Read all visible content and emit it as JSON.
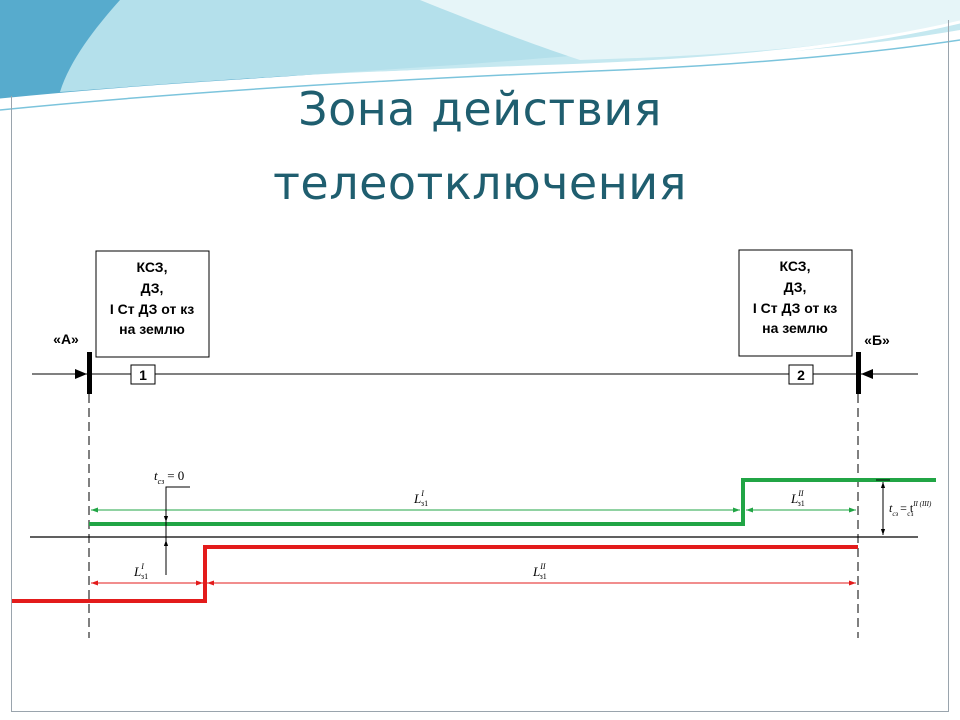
{
  "title": {
    "line1": "Зона действия",
    "line2": "телеотключения"
  },
  "colors": {
    "title": "#1f5e6f",
    "green_line": "#21a545",
    "red_line": "#e31b1b",
    "wave_dark": "#3a9cc4",
    "wave_light": "#bfe6ee"
  },
  "left_box": {
    "line1": "КСЗ,",
    "line2": "ДЗ,",
    "line3": "I Ст ДЗ от кз",
    "line4": "на землю"
  },
  "right_box": {
    "line1": "КСЗ,",
    "line2": "ДЗ,",
    "line3": "I Ст ДЗ от кз",
    "line4": "на землю"
  },
  "substation_a": "«А»",
  "substation_b": "«Б»",
  "relay_1": "1",
  "relay_2": "2",
  "labels": {
    "t_sz_zero": "t",
    "t_sz_zero_sub": "сз",
    "t_sz_zero_eq": "= 0",
    "green_zone_main": "L",
    "green_zone_main_sup": "I",
    "green_zone_main_sub": "з1",
    "green_zone_tail": "L",
    "green_zone_tail_sup": "II",
    "green_zone_tail_sub": "з1",
    "red_zone_start": "L",
    "red_zone_start_sup": "I",
    "red_zone_start_sub": "з1",
    "red_zone_main": "L",
    "red_zone_main_sup": "II",
    "red_zone_main_sub": "з1",
    "time_step": "t",
    "time_step_sub": "сз",
    "time_step_eq": "= t",
    "time_step_rhs_sup": "II (III)",
    "time_step_rhs_sub": "сз"
  }
}
